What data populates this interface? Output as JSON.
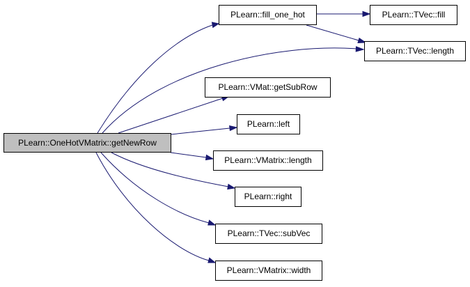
{
  "diagram": {
    "root": {
      "id": "getNewRow",
      "label": "PLearn::OneHotVMatrix::getNewRow"
    },
    "nodes": [
      {
        "id": "fill_one_hot",
        "label": "PLearn::fill_one_hot"
      },
      {
        "id": "tvec_fill",
        "label": "PLearn::TVec::fill"
      },
      {
        "id": "tvec_length",
        "label": "PLearn::TVec::length"
      },
      {
        "id": "getSubRow",
        "label": "PLearn::VMat::getSubRow"
      },
      {
        "id": "left",
        "label": "PLearn::left"
      },
      {
        "id": "vmatrix_length",
        "label": "PLearn::VMatrix::length"
      },
      {
        "id": "right",
        "label": "PLearn::right"
      },
      {
        "id": "subVec",
        "label": "PLearn::TVec::subVec"
      },
      {
        "id": "width",
        "label": "PLearn::VMatrix::width"
      }
    ],
    "edges": [
      {
        "from": "getNewRow",
        "to": "fill_one_hot"
      },
      {
        "from": "getNewRow",
        "to": "tvec_length"
      },
      {
        "from": "getNewRow",
        "to": "getSubRow"
      },
      {
        "from": "getNewRow",
        "to": "left"
      },
      {
        "from": "getNewRow",
        "to": "vmatrix_length"
      },
      {
        "from": "getNewRow",
        "to": "right"
      },
      {
        "from": "getNewRow",
        "to": "subVec"
      },
      {
        "from": "getNewRow",
        "to": "width"
      },
      {
        "from": "fill_one_hot",
        "to": "tvec_fill"
      },
      {
        "from": "fill_one_hot",
        "to": "tvec_length"
      }
    ],
    "colors": {
      "edge": "#191970",
      "root_fill": "#bfbfbf",
      "node_fill": "#ffffff",
      "node_border": "#000000"
    }
  }
}
